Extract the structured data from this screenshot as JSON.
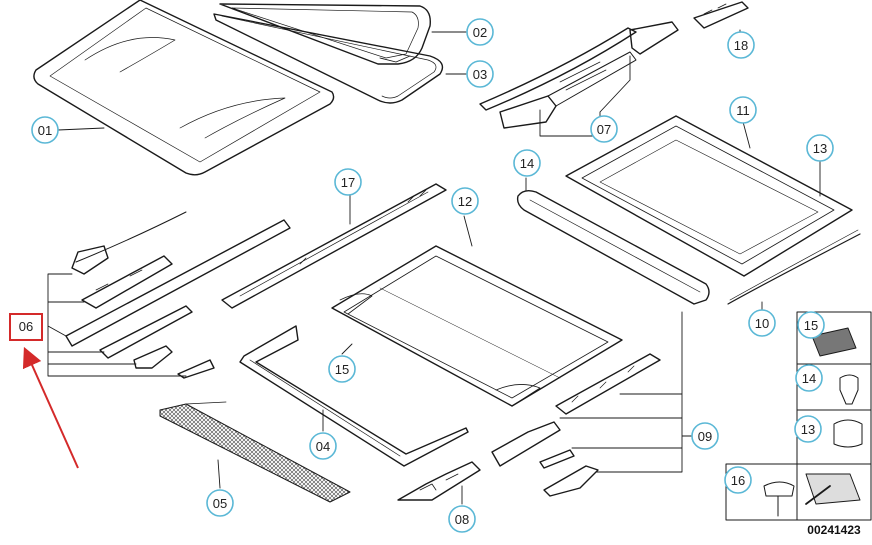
{
  "colors": {
    "line": "#1a1a1a",
    "callout_ring": "#5bb8d6",
    "callout_fill": "#ffffff",
    "highlight": "#d42a2a"
  },
  "callouts": {
    "p01": "01",
    "p02": "02",
    "p03": "03",
    "p04": "04",
    "p05": "05",
    "p06": "06",
    "p07": "07",
    "p08": "08",
    "p09": "09",
    "p10": "10",
    "p11": "11",
    "p12": "12",
    "p13": "13",
    "p14": "14",
    "p15": "15",
    "p16": "16",
    "p17": "17",
    "p18": "18"
  },
  "legend": {
    "l15": "15",
    "l14": "14",
    "l13": "13",
    "l16": "16"
  },
  "diagram_code": "00241423"
}
